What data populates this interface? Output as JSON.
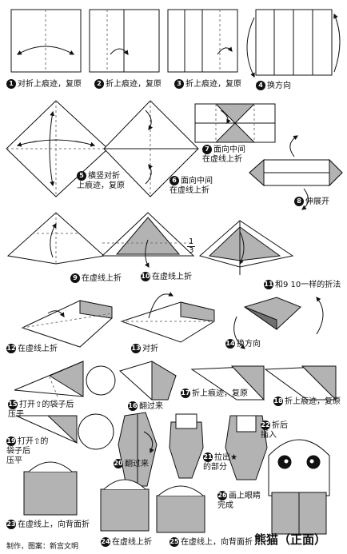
{
  "steps": {
    "s1": {
      "num": "1",
      "text": "对折上痕迹，复原"
    },
    "s2": {
      "num": "2",
      "text": "折上痕迹，复原"
    },
    "s3": {
      "num": "3",
      "text": "折上痕迹，复原"
    },
    "s4": {
      "num": "4",
      "text": "换方向"
    },
    "s5": {
      "num": "5",
      "line1": "横竖对折",
      "line2": "上痕迹，复原"
    },
    "s6": {
      "num": "6",
      "line1": "面向中间",
      "line2": "在虚线上折"
    },
    "s7": {
      "num": "7",
      "line1": "面向中间",
      "line2": "在虚线上折"
    },
    "s8": {
      "num": "8",
      "text": "伸展开"
    },
    "s9": {
      "num": "9",
      "text": "在虚线上折"
    },
    "s10": {
      "num": "10",
      "text": "在虚线上折"
    },
    "s11": {
      "num": "11",
      "text": "和9 10一样的折法"
    },
    "s12": {
      "num": "12",
      "text": "在虚线上折"
    },
    "s13": {
      "num": "13",
      "text": "对折"
    },
    "s14": {
      "num": "14",
      "text": "换方向"
    },
    "s15": {
      "num": "15",
      "line1": "打开⇧的袋子后",
      "line2": "压平"
    },
    "s16": {
      "num": "16",
      "text": "翻过来"
    },
    "s17": {
      "num": "17",
      "text": "折上痕迹，复原"
    },
    "s18": {
      "num": "18",
      "text": "折上痕迹，复原"
    },
    "s19": {
      "num": "19",
      "line1": "打开⇧的",
      "line2": "袋子后",
      "line3": "压平"
    },
    "s20": {
      "num": "20",
      "text": "翻过来"
    },
    "s21": {
      "num": "21",
      "line1": "拉出★",
      "line2": "的部分"
    },
    "s22": {
      "num": "22",
      "line1": "折后",
      "line2": "插入"
    },
    "s23": {
      "num": "23",
      "text": "在虚线上，向背面折"
    },
    "s24": {
      "num": "24",
      "text": "在虚线上折"
    },
    "s25": {
      "num": "25",
      "text": "在虚线上，向背面折"
    },
    "s26": {
      "num": "26",
      "line1": "画上眼睛",
      "line2": "完成"
    }
  },
  "fraction": {
    "top": "1",
    "bottom": "3"
  },
  "title": "熊猫（正面）",
  "credit": "制作，图案：新宫文明",
  "colors": {
    "paper": "#ffffff",
    "shade": "#b3b3b3",
    "dark": "#6f6f6f",
    "line": "#111111",
    "star": "#e8284a"
  }
}
